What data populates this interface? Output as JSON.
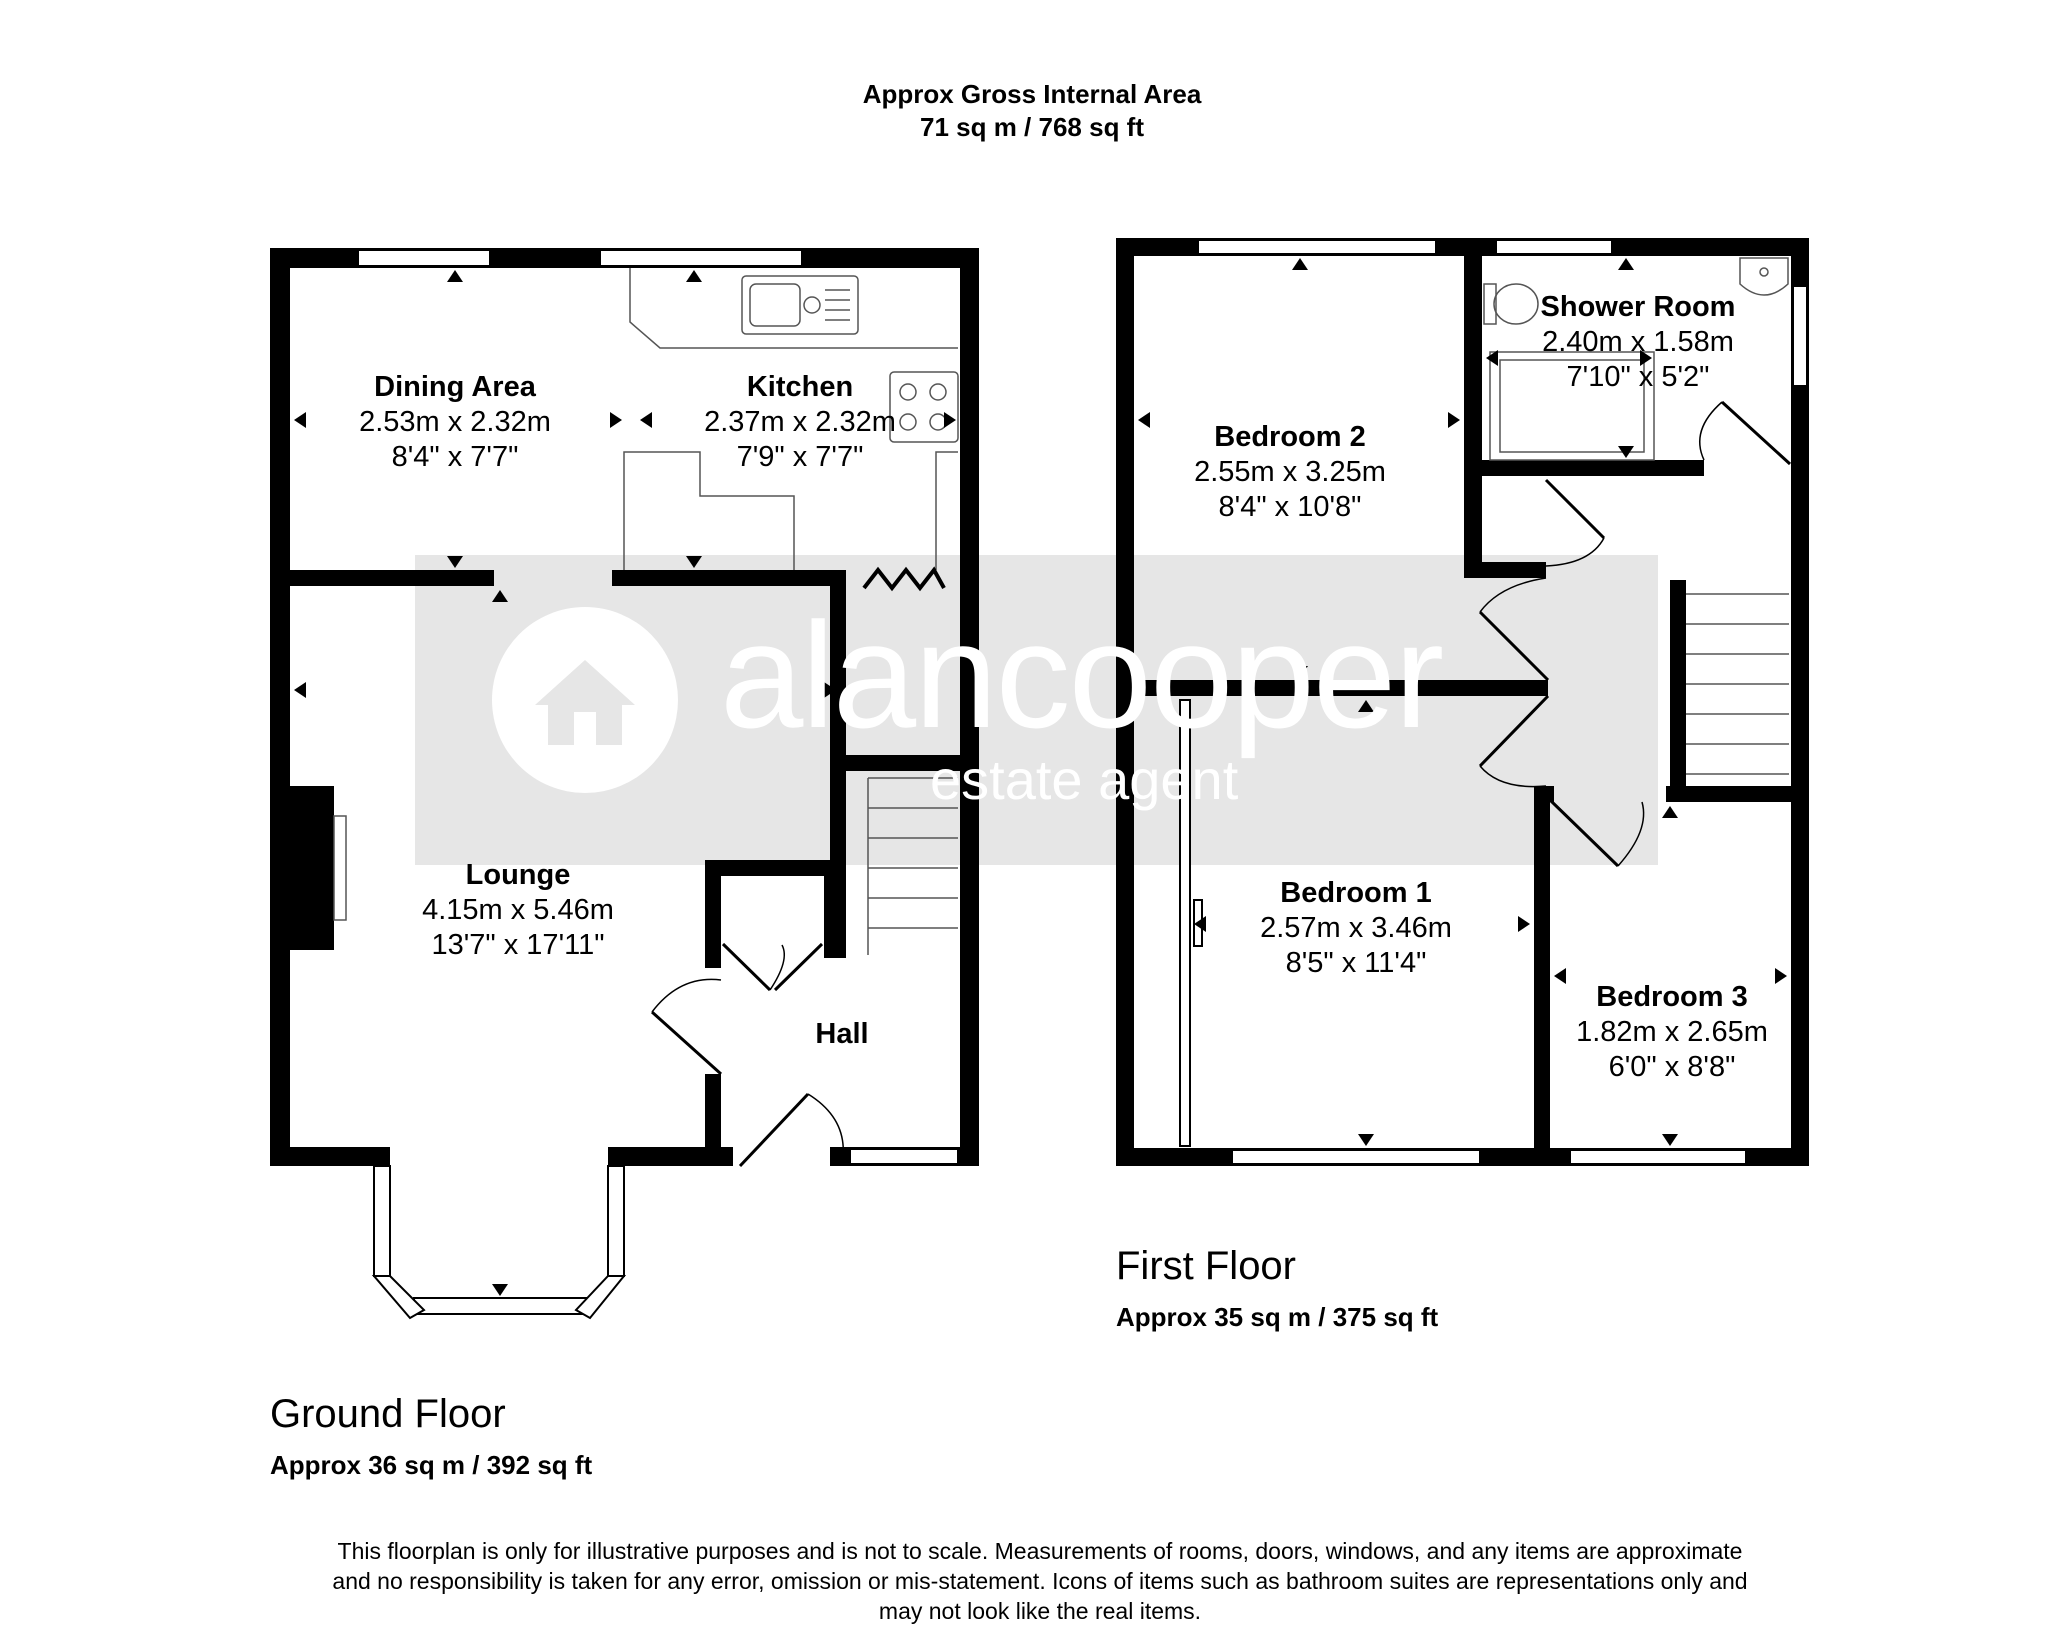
{
  "header": {
    "line1": "Approx Gross Internal Area",
    "line2": "71 sq m / 768 sq ft"
  },
  "watermark": {
    "name": "alancooper",
    "tagline": "estate agent"
  },
  "ground_floor": {
    "name": "Ground Floor",
    "area": "Approx 36 sq m / 392 sq ft",
    "rooms": {
      "dining": {
        "name": "Dining Area",
        "metric": "2.53m x 2.32m",
        "imperial": "8'4\" x 7'7\""
      },
      "kitchen": {
        "name": "Kitchen",
        "metric": "2.37m x 2.32m",
        "imperial": "7'9\" x 7'7\""
      },
      "lounge": {
        "name": "Lounge",
        "metric": "4.15m x 5.46m",
        "imperial": "13'7\" x 17'11\""
      },
      "hall": {
        "name": "Hall"
      }
    }
  },
  "first_floor": {
    "name": "First Floor",
    "area": "Approx 35 sq m / 375 sq ft",
    "rooms": {
      "bedroom2": {
        "name": "Bedroom 2",
        "metric": "2.55m x 3.25m",
        "imperial": "8'4\" x 10'8\""
      },
      "shower": {
        "name": "Shower Room",
        "metric": "2.40m x 1.58m",
        "imperial": "7'10\" x 5'2\""
      },
      "bedroom1": {
        "name": "Bedroom 1",
        "metric": "2.57m x 3.46m",
        "imperial": "8'5\" x 11'4\""
      },
      "bedroom3": {
        "name": "Bedroom 3",
        "metric": "1.82m x 2.65m",
        "imperial": "6'0\" x 8'8\""
      }
    }
  },
  "disclaimer": {
    "line1": "This floorplan is only for illustrative purposes and is not to scale. Measurements of rooms, doors, windows, and any items are approximate",
    "line2": "and no responsibility is taken for any error, omission or mis-statement. Icons of items such as bathroom suites are representations only and",
    "line3": "may not look like the real items."
  }
}
